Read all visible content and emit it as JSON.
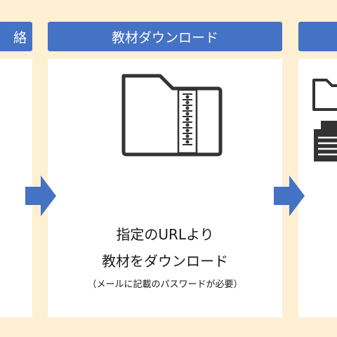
{
  "steps": {
    "left": {
      "header_fragment": "絡"
    },
    "center": {
      "header": "教材ダウンロード",
      "line1": "指定のURLより",
      "line2": "教材をダウンロード",
      "note": "（メールに記載のパスワードが必要）"
    },
    "right": {
      "header": ""
    }
  },
  "colors": {
    "background": "#fdf0d3",
    "header": "#4472c4",
    "arrow": "#4472c4",
    "icon": "#333333"
  },
  "icons": [
    "zip-folder-icon",
    "folder-icon",
    "document-icon",
    "arrow-right-icon"
  ]
}
